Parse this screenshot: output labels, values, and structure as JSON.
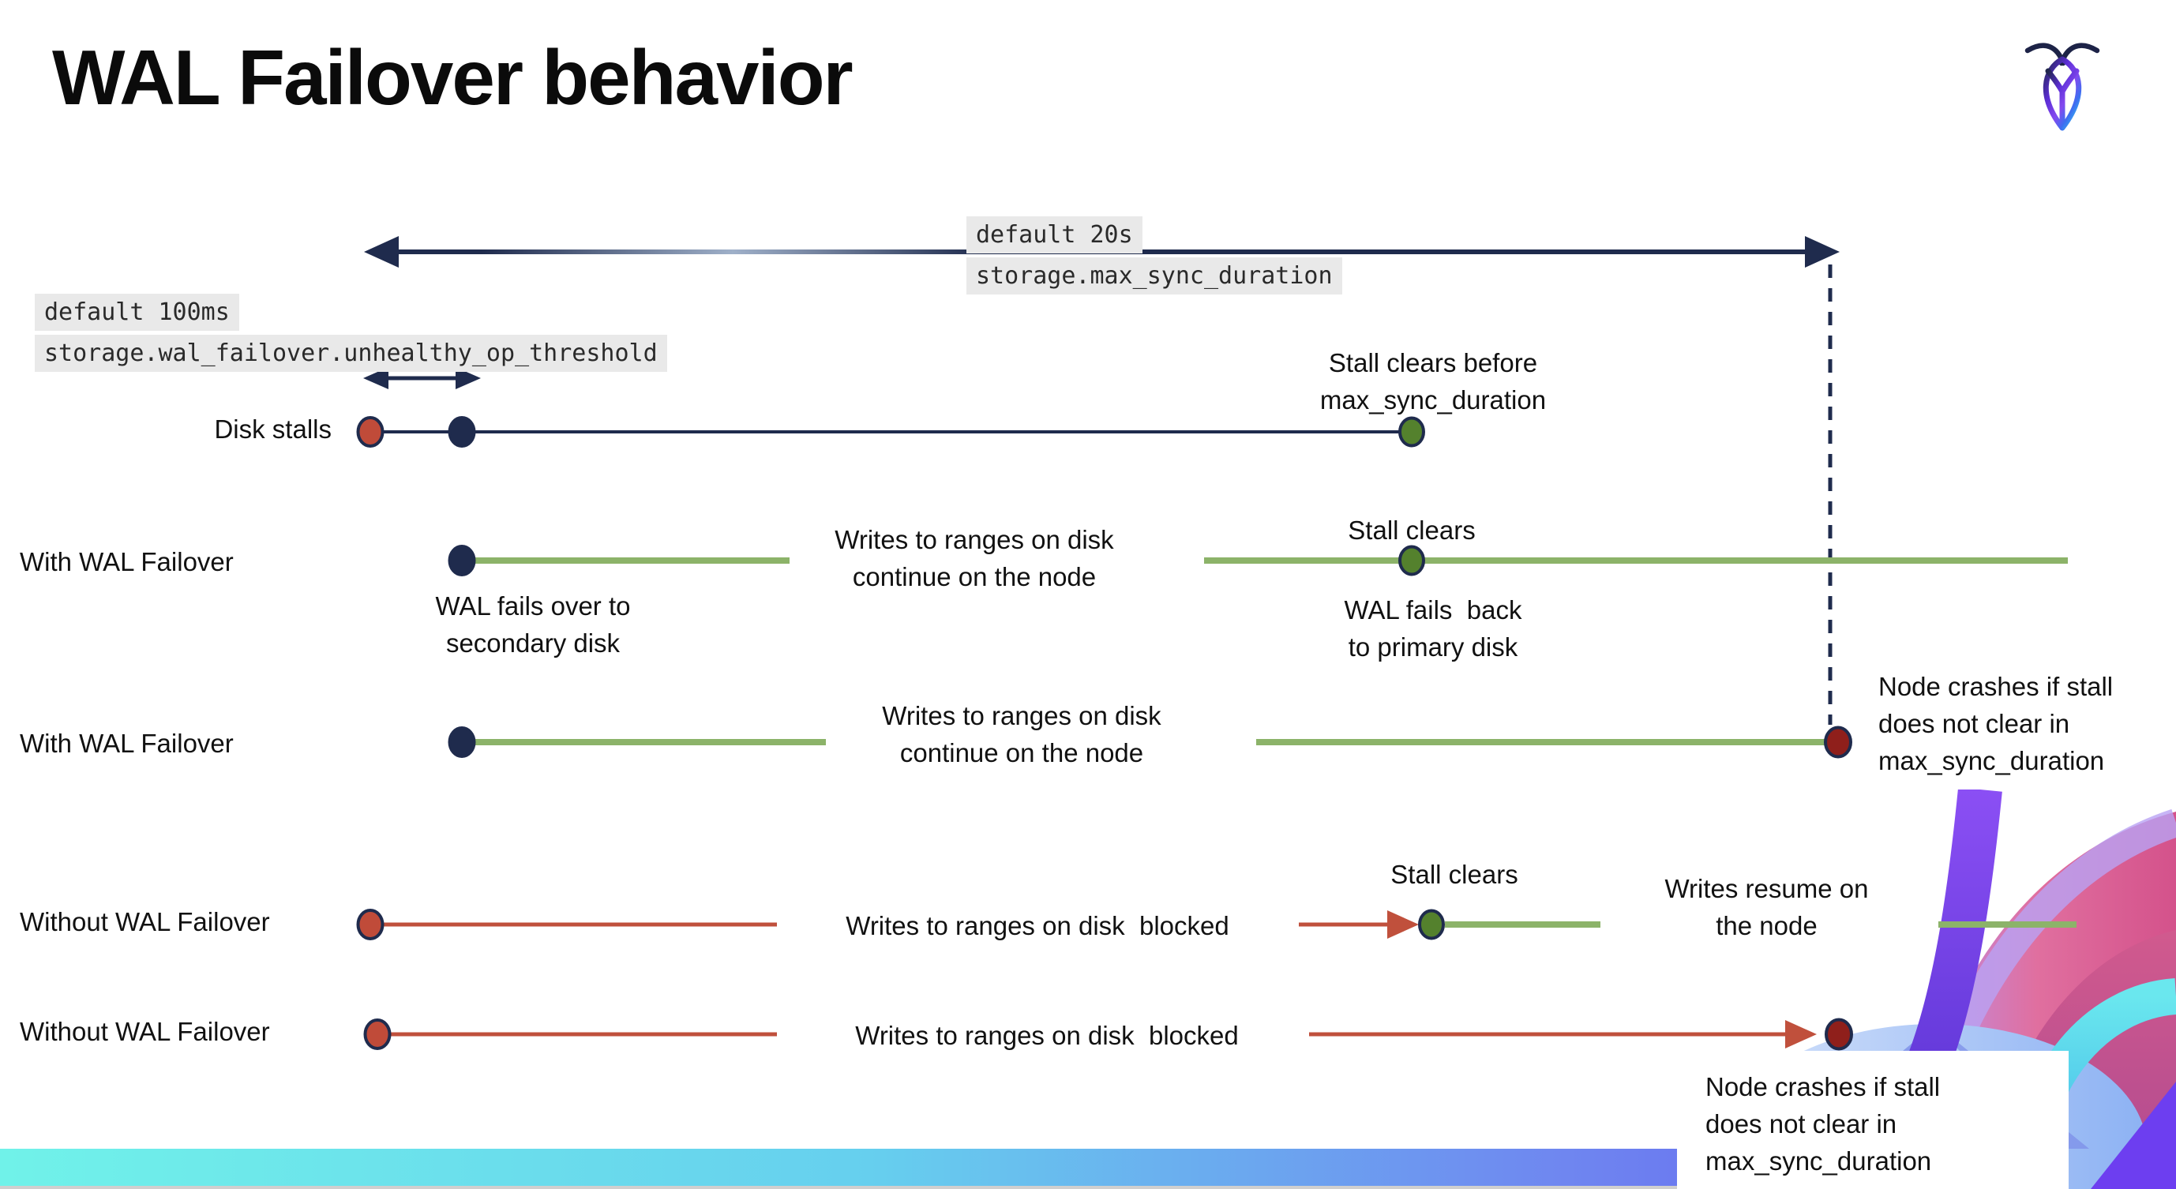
{
  "title": "WAL Failover behavior",
  "logo_icon": "cockroach-icon",
  "settings": {
    "max_sync_duration": {
      "default_label": "default 20s",
      "setting_label": "storage.max_sync_duration"
    },
    "unhealthy_op_threshold": {
      "default_label": "default 100ms",
      "setting_label": "storage.wal_failover.unhealthy_op_threshold"
    }
  },
  "rows": [
    {
      "id": "disk-stalls",
      "label": "Disk stalls"
    },
    {
      "id": "with-wal-failover-1",
      "label": "With WAL Failover"
    },
    {
      "id": "with-wal-failover-2",
      "label": "With WAL Failover"
    },
    {
      "id": "without-wal-failover-1",
      "label": "Without WAL Failover"
    },
    {
      "id": "without-wal-failover-2",
      "label": "Without WAL Failover"
    }
  ],
  "annotations": {
    "stall_clears_before": "Stall clears before\nmax_sync_duration",
    "stall_clears": "Stall clears",
    "writes_continue": "Writes to ranges on disk\ncontinue on the node",
    "wal_fails_over": "WAL fails over to\nsecondary disk",
    "wal_fails_back": "WAL fails  back\nto primary disk",
    "node_crashes": "Node crashes if stall\ndoes not clear in\nmax_sync_duration",
    "writes_blocked": "Writes to ranges on disk  blocked",
    "writes_resume": "Writes resume on\nthe node"
  },
  "colors": {
    "navy": "#1f2b4d",
    "green_line": "#8cb369",
    "green_dot": "#54812d",
    "red_line": "#c0503c",
    "red_dot": "#c04b39",
    "maroon_dot": "#8f1f1b",
    "code_bg": "#e9e9e9",
    "footer_gradient": [
      "#70f2e9",
      "#66cfee",
      "#5b4df1"
    ],
    "logo_gradient": [
      "#20264c",
      "#5d2ed6",
      "#2ed0f2"
    ]
  }
}
